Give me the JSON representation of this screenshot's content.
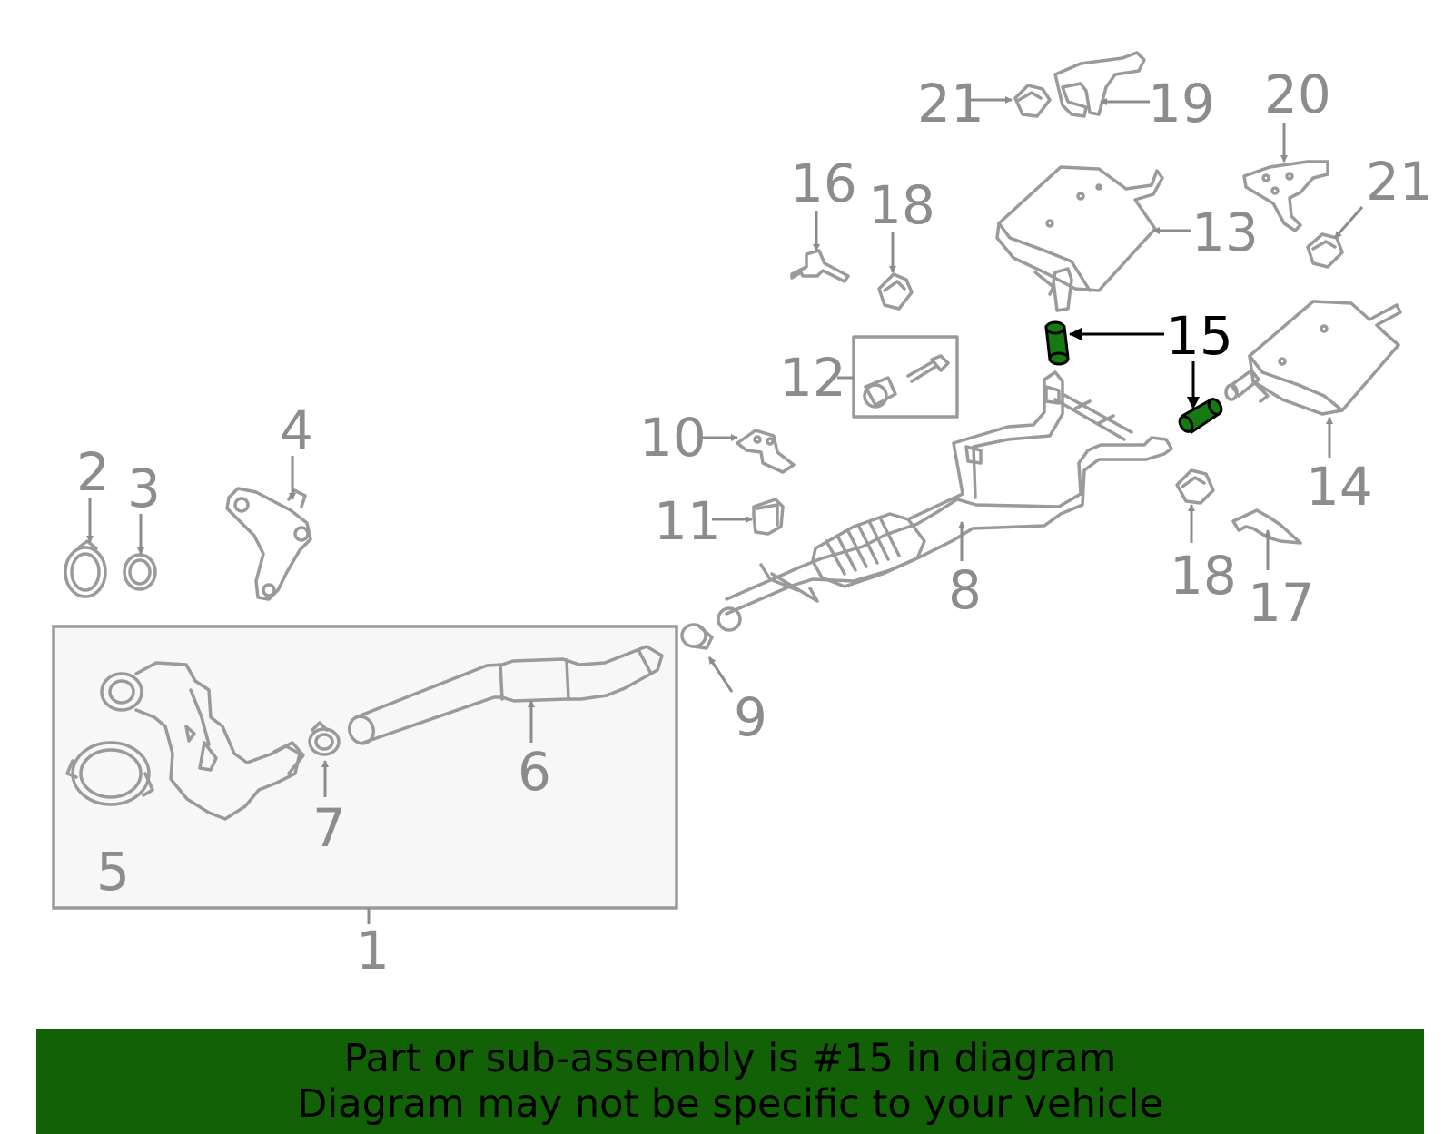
{
  "callouts": {
    "c1": "1",
    "c2": "2",
    "c3": "3",
    "c4": "4",
    "c5": "5",
    "c6": "6",
    "c7": "7",
    "c8": "8",
    "c9": "9",
    "c10": "10",
    "c11": "11",
    "c12": "12",
    "c13": "13",
    "c14": "14",
    "c15": "15",
    "c16": "16",
    "c17": "17",
    "c18a": "18",
    "c18b": "18",
    "c19": "19",
    "c20": "20",
    "c21a": "21",
    "c21b": "21"
  },
  "highlight": {
    "part_number": "15",
    "color": "#157a12"
  },
  "banner": {
    "line1": "Part or sub-assembly is #15 in diagram",
    "line2": "Diagram may not be specific to your vehicle",
    "background": "#136107"
  }
}
